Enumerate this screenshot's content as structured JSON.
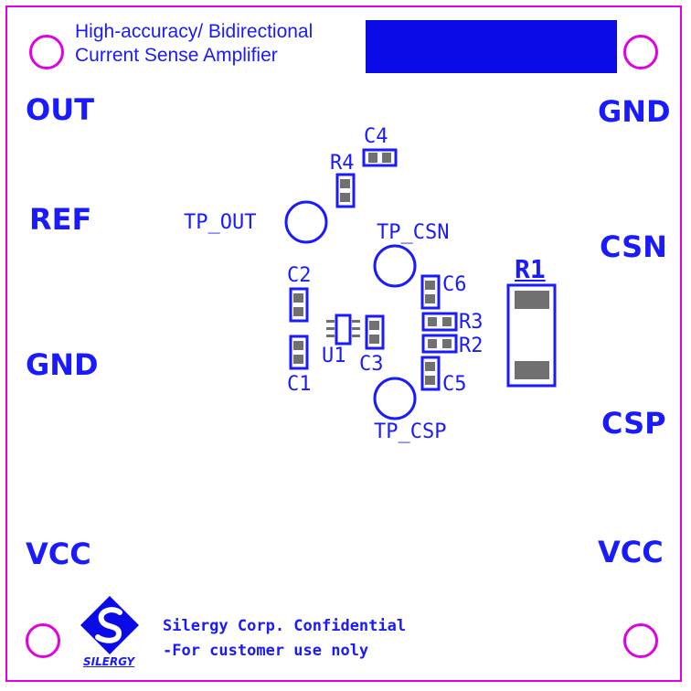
{
  "board": {
    "title_line1": "High-accuracy/ Bidirectional",
    "title_line2": "Current Sense Amplifier",
    "colors": {
      "silkscreen": "#1a1aff",
      "outline": "#e000e0",
      "pad": "#707070",
      "title_block": "#0a0ae6"
    }
  },
  "connectors": {
    "out": "OUT",
    "ref": "REF",
    "gnd_left": "GND",
    "vcc_left": "VCC",
    "gnd_right": "GND",
    "csn": "CSN",
    "csp": "CSP",
    "vcc_right": "VCC"
  },
  "testpoints": {
    "tp_out": "TP_OUT",
    "tp_csn": "TP_CSN",
    "tp_csp": "TP_CSP"
  },
  "components": {
    "c1": "C1",
    "c2": "C2",
    "c3": "C3",
    "c4": "C4",
    "c5": "C5",
    "c6": "C6",
    "r1": "R1",
    "r2": "R2",
    "r3": "R3",
    "r4": "R4",
    "u1": "U1"
  },
  "footer": {
    "line1": "Silergy Corp. Confidential",
    "line2": "-For customer use noly",
    "logo_text": "SILERGY",
    "logo_icon": "silergy-s-diamond-icon"
  }
}
